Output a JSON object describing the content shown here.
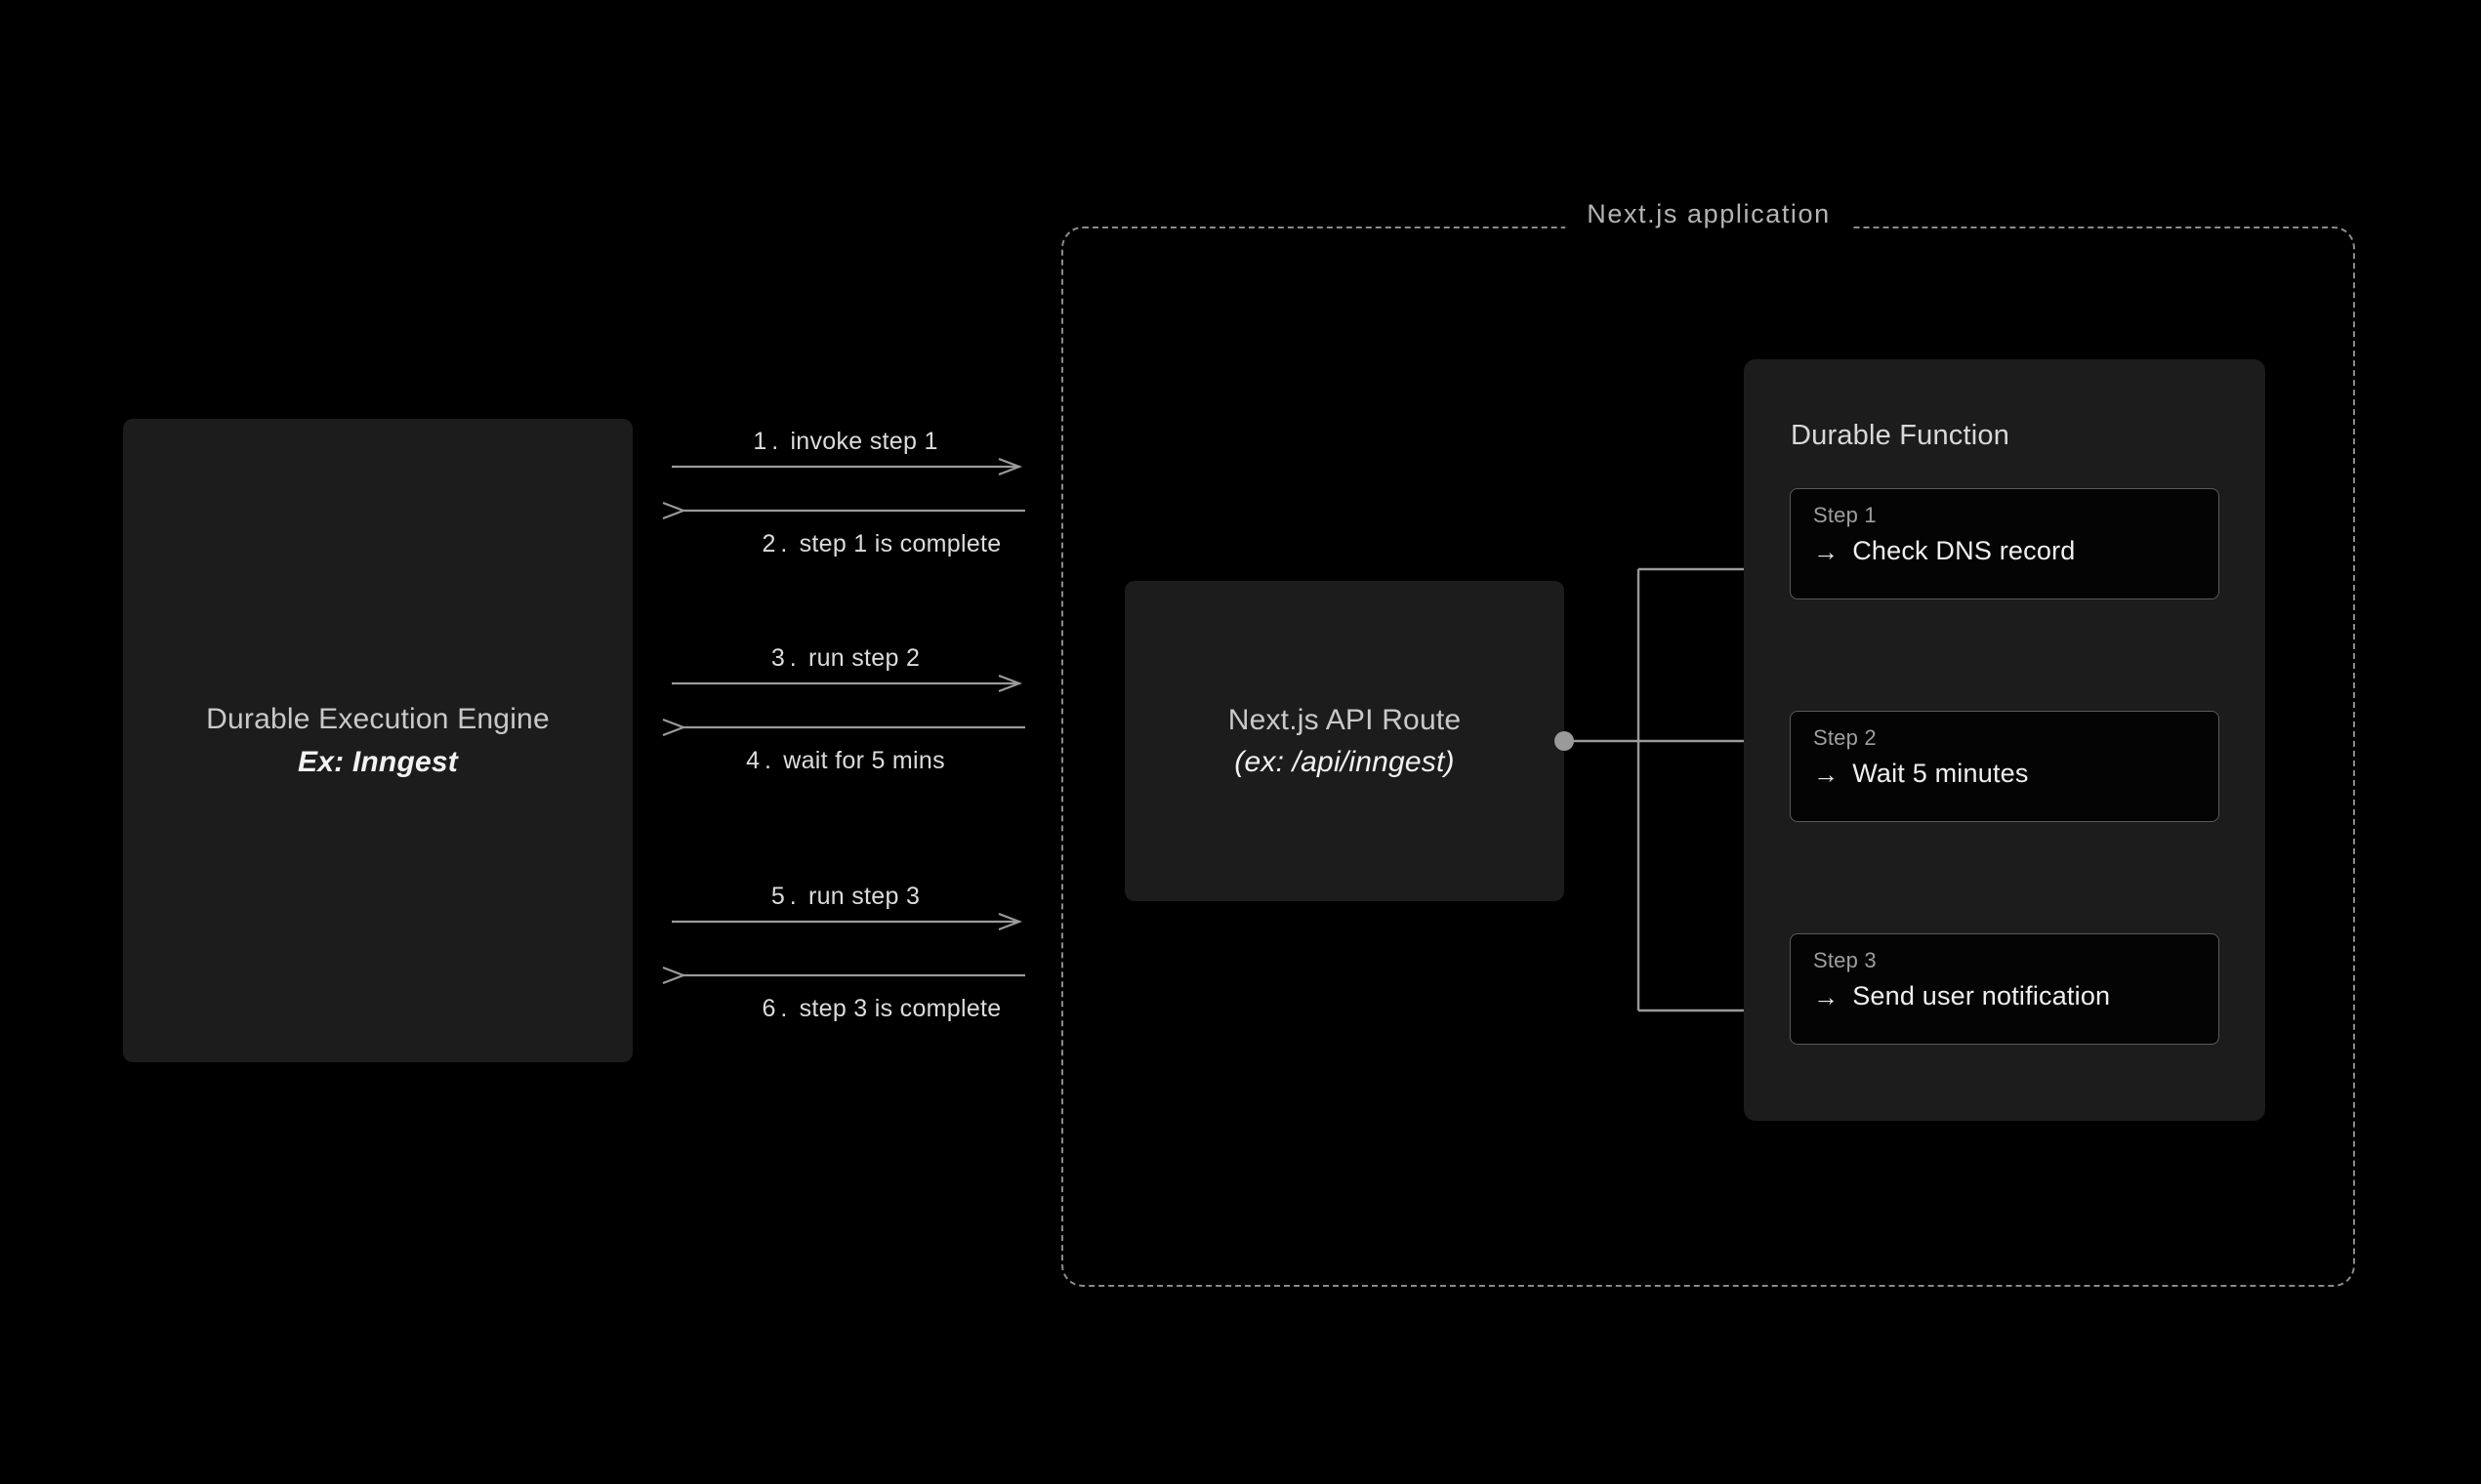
{
  "theme": {
    "background": "#000000",
    "box_fill": "#1c1c1c",
    "card_fill": "#040404",
    "line": "#9a9a9a",
    "dashed_border": "#8a8a8a",
    "text_primary": "#f0f0f0",
    "text_secondary": "#c9c9c9",
    "text_muted": "#9e9e9e"
  },
  "engine": {
    "title": "Durable Execution Engine",
    "subtitle": "Ex: Inngest"
  },
  "application": {
    "title": "Next.js application"
  },
  "api_route": {
    "title": "Next.js API Route",
    "subtitle": "(ex: /api/inngest)"
  },
  "durable_function": {
    "title": "Durable Function",
    "steps": [
      {
        "kicker": "Step 1",
        "arrow": "→",
        "action": "Check DNS record"
      },
      {
        "kicker": "Step 2",
        "arrow": "→",
        "action": "Wait 5 minutes"
      },
      {
        "kicker": "Step 3",
        "arrow": "→",
        "action": "Send user notification"
      }
    ]
  },
  "sequence": {
    "messages": [
      {
        "num": "1.",
        "text": "invoke step 1",
        "direction": "right"
      },
      {
        "num": "2.",
        "text": "step 1 is complete",
        "direction": "left"
      },
      {
        "num": "3.",
        "text": "run step 2",
        "direction": "right"
      },
      {
        "num": "4.",
        "text": "wait for 5 mins",
        "direction": "left"
      },
      {
        "num": "5.",
        "text": "run step 3",
        "direction": "right"
      },
      {
        "num": "6.",
        "text": "step 3 is complete",
        "direction": "left"
      }
    ]
  }
}
